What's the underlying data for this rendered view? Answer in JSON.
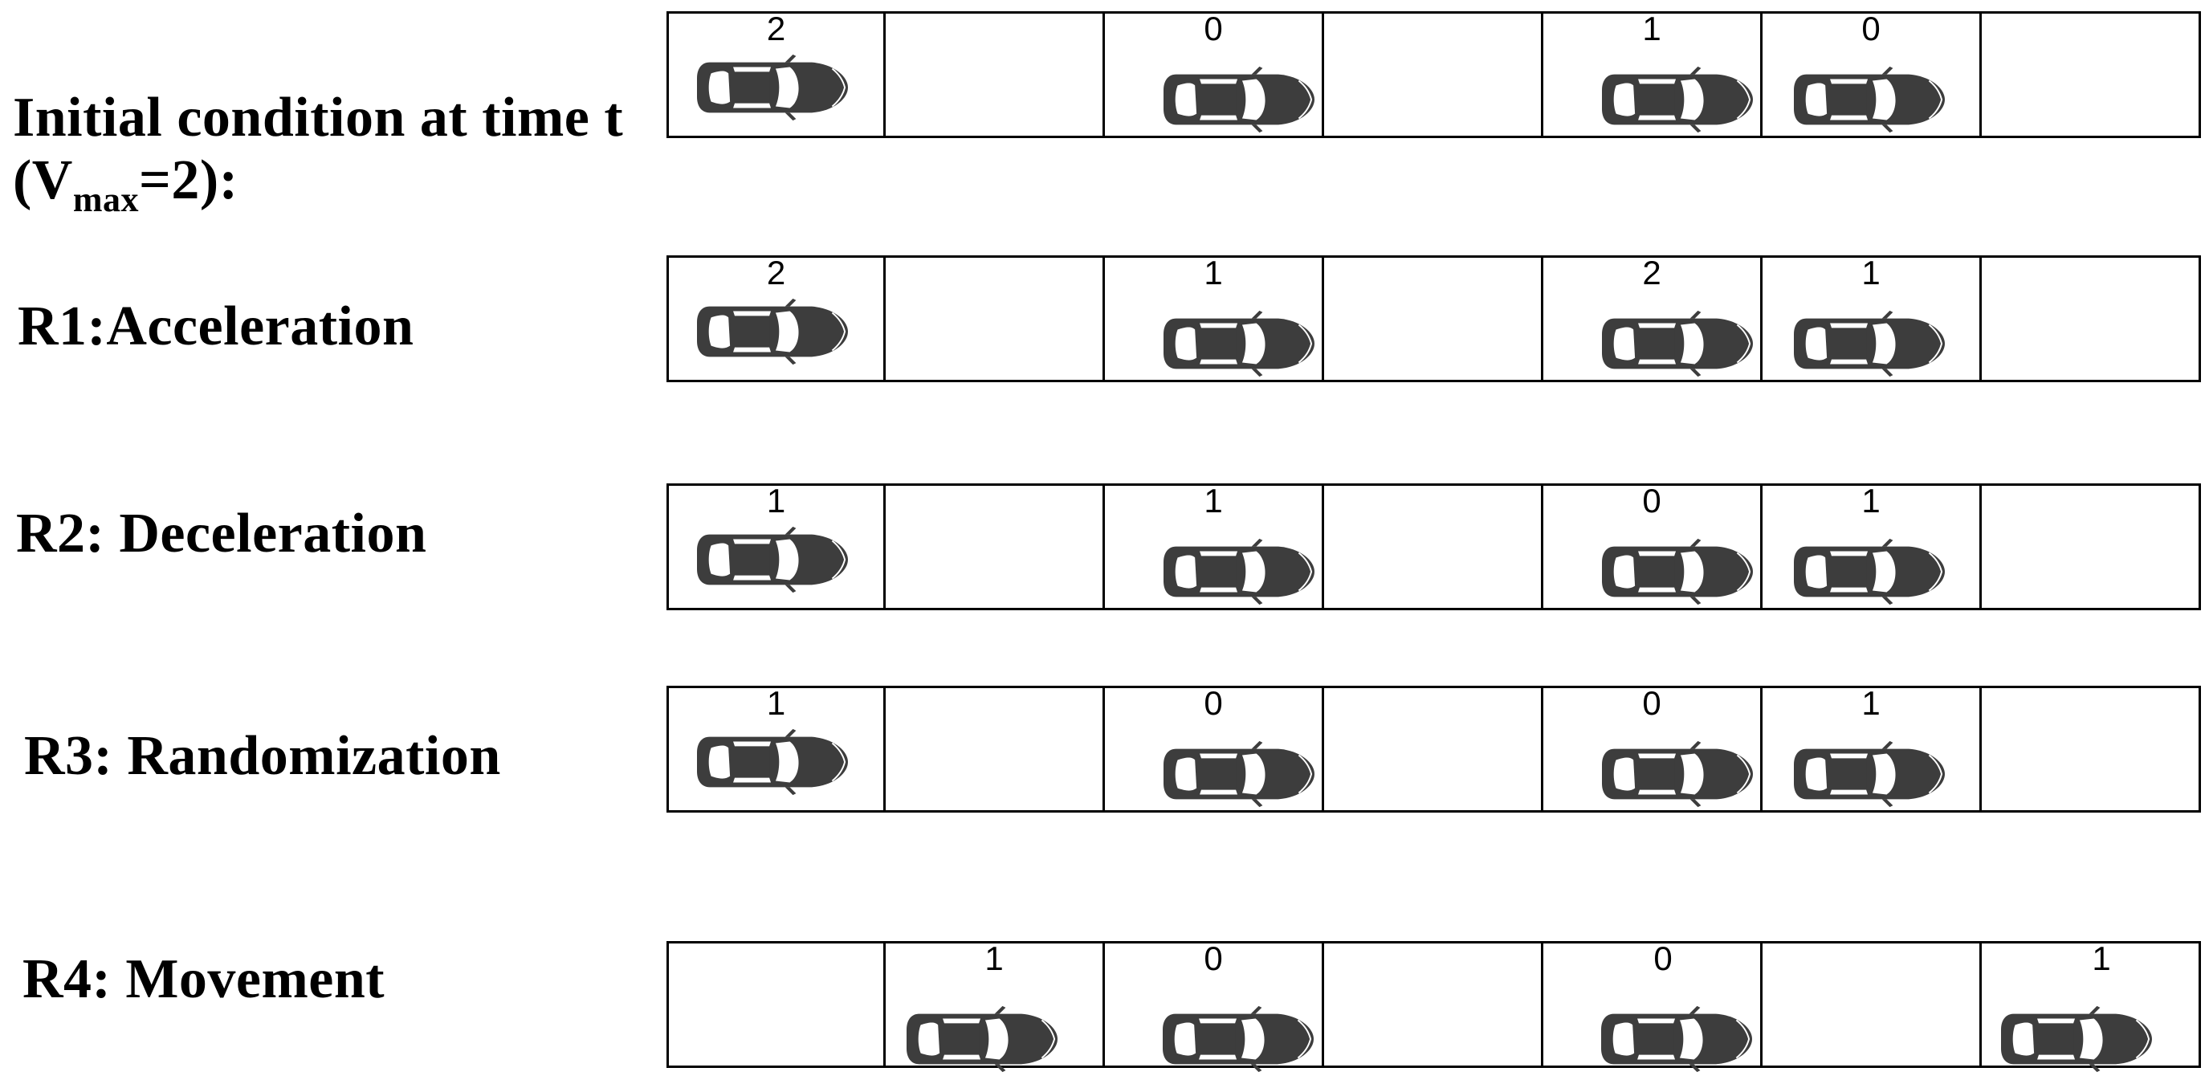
{
  "rows": [
    {
      "label_main": "Initial condition at time t",
      "label_line2_pre": "(V",
      "label_sub": "max",
      "label_line2_post": "=2):",
      "cars": [
        {
          "cell": 0,
          "velocity": "2"
        },
        {
          "cell": 2,
          "velocity": "0"
        },
        {
          "cell": 4,
          "velocity": "1"
        },
        {
          "cell": 5,
          "velocity": "0"
        }
      ]
    },
    {
      "label": "R1:Acceleration",
      "cars": [
        {
          "cell": 0,
          "velocity": "2"
        },
        {
          "cell": 2,
          "velocity": "1"
        },
        {
          "cell": 4,
          "velocity": "2"
        },
        {
          "cell": 5,
          "velocity": "1"
        }
      ]
    },
    {
      "label": "R2: Deceleration",
      "cars": [
        {
          "cell": 0,
          "velocity": "1"
        },
        {
          "cell": 2,
          "velocity": "1"
        },
        {
          "cell": 4,
          "velocity": "0"
        },
        {
          "cell": 5,
          "velocity": "1"
        }
      ]
    },
    {
      "label": "R3: Randomization",
      "cars": [
        {
          "cell": 0,
          "velocity": "1"
        },
        {
          "cell": 2,
          "velocity": "0"
        },
        {
          "cell": 4,
          "velocity": "0"
        },
        {
          "cell": 5,
          "velocity": "1"
        }
      ]
    },
    {
      "label": "R4: Movement",
      "cars": [
        {
          "cell": 1,
          "velocity": "1"
        },
        {
          "cell": 2,
          "velocity": "0"
        },
        {
          "cell": 4,
          "velocity": "0"
        },
        {
          "cell": 6,
          "velocity": "1"
        }
      ]
    }
  ],
  "cells_per_lane": 7,
  "car_icon": "car-top-view-icon",
  "colors": {
    "car_body": "#3d3d3d",
    "line": "#000000"
  }
}
